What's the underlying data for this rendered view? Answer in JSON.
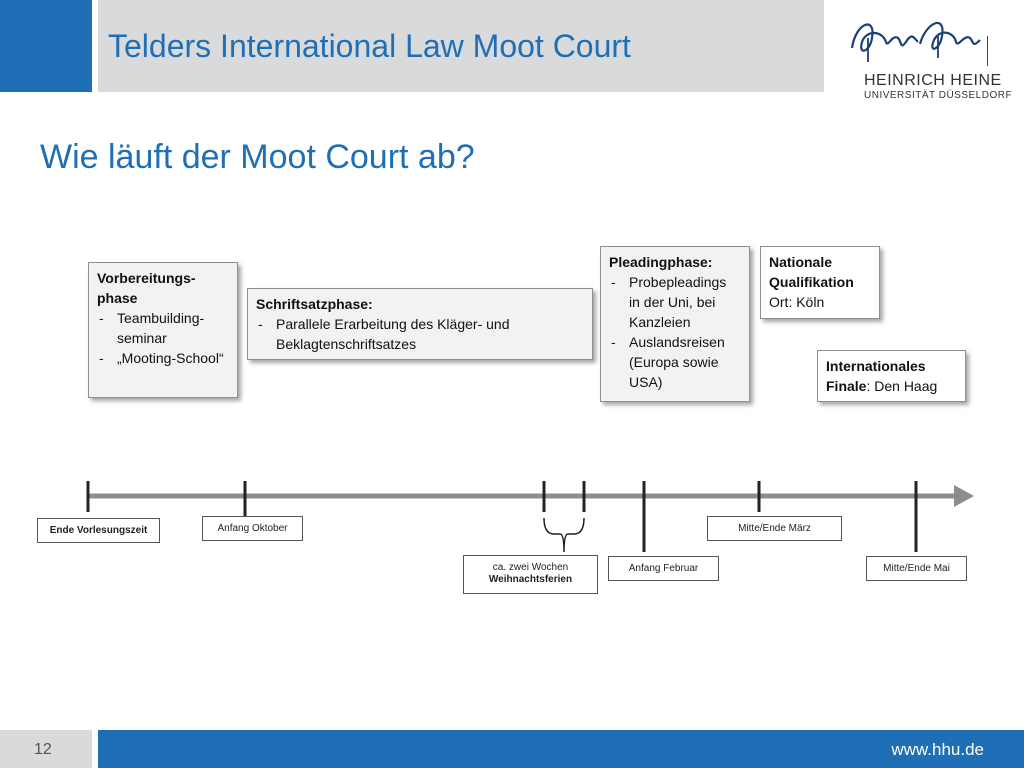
{
  "header": {
    "title": "Telders International Law Moot Court"
  },
  "logo": {
    "name": "HEINRICH HEINE",
    "sub": "UNIVERSITÄT DÜSSELDORF"
  },
  "slide": {
    "title": "Wie läuft der Moot Court ab?"
  },
  "phases": {
    "vorbereitung": {
      "title": "Vorbereitungs-phase",
      "items": [
        "Teambuilding-seminar",
        "„Mooting-School“"
      ]
    },
    "schriftsatz": {
      "title": "Schriftsatzphase:",
      "items": [
        "Parallele Erarbeitung des Kläger- und Beklagtenschriftsatzes"
      ]
    },
    "pleading": {
      "title": "Pleadingphase:",
      "items": [
        "Probepleadings in der Uni, bei Kanzleien",
        "Auslandsreisen (Europa sowie USA)"
      ]
    },
    "national": {
      "title": "Nationale Qualifikation",
      "detail": "Ort: Köln"
    },
    "international": {
      "title_bold": "Internationales Finale",
      "detail": ": Den Haag"
    }
  },
  "dates": {
    "ende_vorlesungszeit": "Ende Vorlesungszeit",
    "anfang_oktober": "Anfang Oktober",
    "weihnachten_line1": "ca. zwei Wochen",
    "weihnachten_line2": "Weihnachtsferien",
    "anfang_februar": "Anfang Februar",
    "mitte_maerz": "Mitte/Ende März",
    "mitte_mai": "Mitte/Ende Mai"
  },
  "footer": {
    "page_number": "12",
    "url": "www.hhu.de"
  },
  "colors": {
    "brand_blue": "#1f6fb6",
    "header_grey": "#d9dadb",
    "timeline_grey": "#8c8c8c"
  }
}
